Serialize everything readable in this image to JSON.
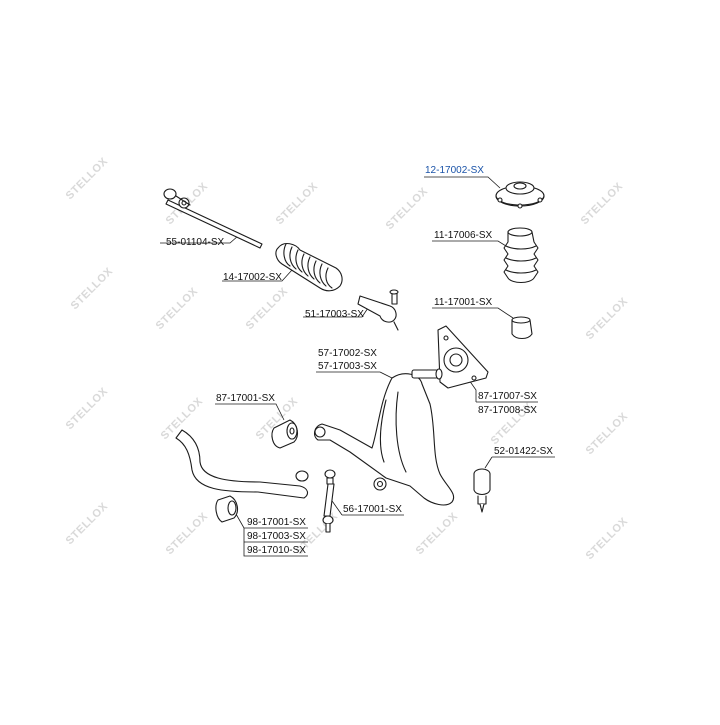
{
  "watermark": {
    "text": "STELLOX",
    "color": "#d9d9d9"
  },
  "colors": {
    "line": "#1c1c1c",
    "highlight": "#1a53a8",
    "part_fill": "#ffffff"
  },
  "callouts": {
    "tie_rod_inner": "55-01104-SX",
    "steering_boot": "14-17002-SX",
    "tie_rod_end": "51-17003-SX",
    "strut_mount": "12-17002-SX",
    "bump_boot": "11-17006-SX",
    "bump_stop": "11-17001-SX",
    "control_arm_1": "57-17002-SX",
    "control_arm_2": "57-17003-SX",
    "arm_bushing_1": "87-17007-SX",
    "arm_bushing_2": "87-17008-SX",
    "front_bushing": "87-17001-SX",
    "ball_joint": "52-01422-SX",
    "link": "56-17001-SX",
    "stab_bushing_1": "98-17001-SX",
    "stab_bushing_2": "98-17003-SX",
    "stab_bushing_3": "98-17010-SX"
  }
}
